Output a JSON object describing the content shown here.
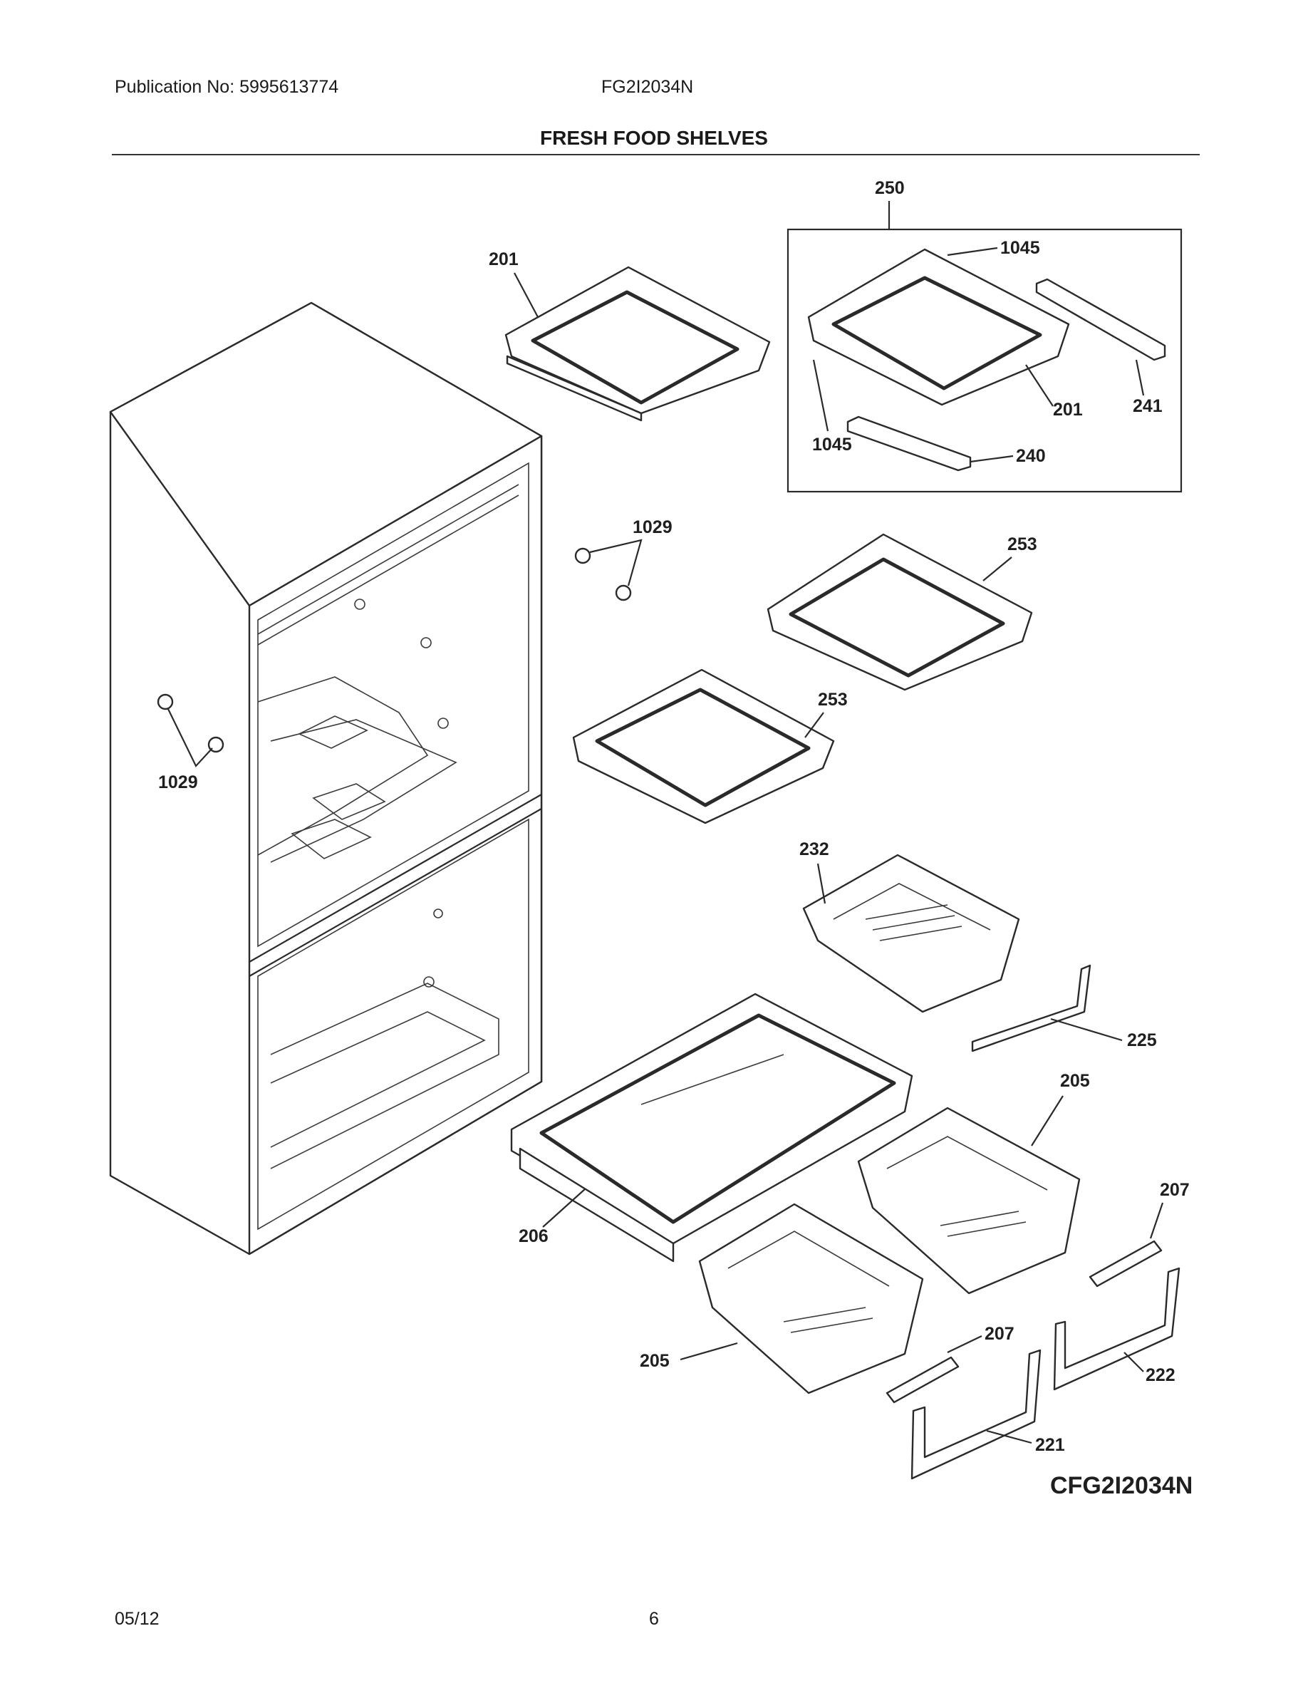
{
  "header": {
    "publication": "Publication No: 5995613774",
    "model": "FG2I2034N",
    "title": "FRESH FOOD SHELVES"
  },
  "callouts": {
    "c250": "250",
    "c1045a": "1045",
    "c201a": "201",
    "c201b": "201",
    "c241": "241",
    "c1045b": "1045",
    "c240": "240",
    "c1029a": "1029",
    "c1029b": "1029",
    "c253a": "253",
    "c253b": "253",
    "c232": "232",
    "c225": "225",
    "c205a": "205",
    "c207a": "207",
    "c206": "206",
    "c207b": "207",
    "c205b": "205",
    "c222": "222",
    "c221": "221"
  },
  "diagram_code": "CFG2I2034N",
  "footer": {
    "date": "05/12",
    "page": "6"
  }
}
